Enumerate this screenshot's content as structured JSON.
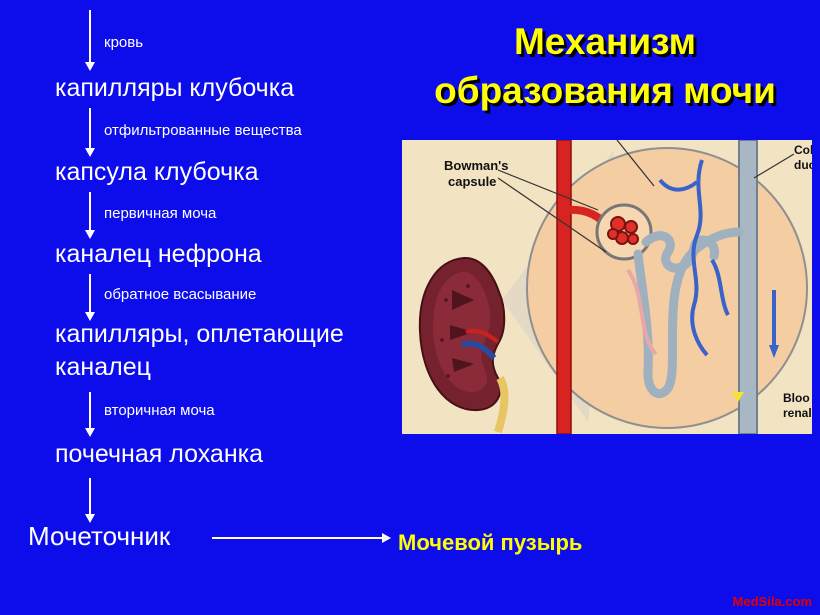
{
  "colors": {
    "background": "#0d0deb",
    "title": "#ffff00",
    "flow_text": "#ffffff",
    "bladder_text": "#ffff00",
    "panel_background": "#f2e4c3",
    "watermark": "#e00000",
    "artery_red": "#d82420",
    "vein_blue": "#3a62c8",
    "tubule_gray": "#9fb0bf"
  },
  "title": {
    "line1": "Механизм",
    "line2": "образования мочи"
  },
  "flow": {
    "arrow_labels": [
      "кровь",
      "отфильтрованные вещества",
      "первичная моча",
      "обратное всасывание",
      "вторичная моча"
    ],
    "nodes": [
      "капилляры клубочка",
      "капсула клубочка",
      "каналец нефрона",
      "капилляры, оплетающие каналец",
      "почечная лоханка",
      "Мочеточник"
    ],
    "bladder": "Мочевой пузырь"
  },
  "diagram": {
    "bowmans_line1": "Bowman's",
    "bowmans_line2": "capsule",
    "top_right_line1": "Col",
    "top_right_line2": "duc",
    "right_line1": "Bloo",
    "right_line2": "renal"
  },
  "watermark": "MedSila.com"
}
